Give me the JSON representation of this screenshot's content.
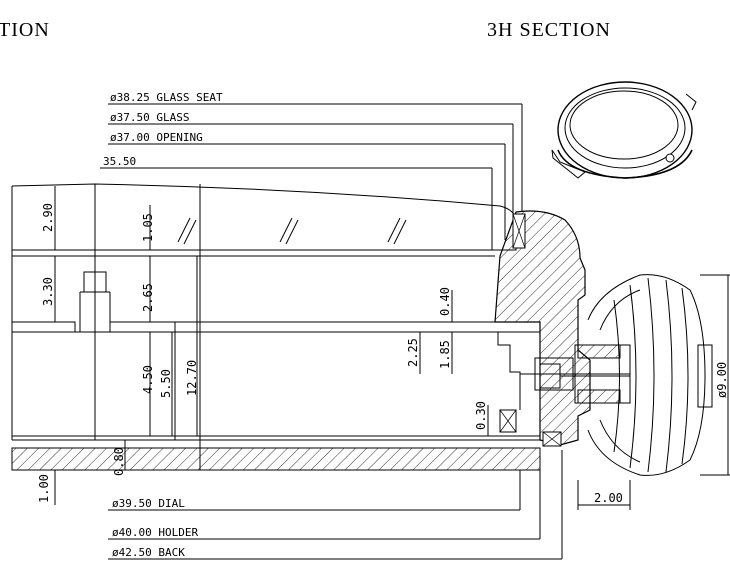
{
  "titles": {
    "left_partial": "TION",
    "right": "3H  SECTION"
  },
  "leaders": {
    "glass_seat": "ø38.25 GLASS SEAT",
    "glass": "ø37.50 GLASS",
    "opening": "ø37.00 OPENING",
    "r3550": "35.50",
    "dial": "ø39.50 DIAL",
    "holder": "ø40.00 HOLDER",
    "back": "ø42.50 BACK"
  },
  "dimensions": {
    "d290": "2.90",
    "d105": "1.05",
    "d330": "3.30",
    "d265": "2.65",
    "d450": "4.50",
    "d550": "5.50",
    "d1270": "12.70",
    "d040": "0.40",
    "d225": "2.25",
    "d185": "1.85",
    "d030": "0.30",
    "d080": "0.80",
    "d100": "1.00",
    "d900": "ø9.00",
    "d200": "2.00"
  }
}
